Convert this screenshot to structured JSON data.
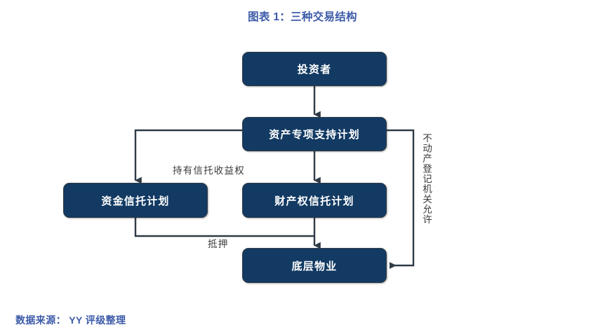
{
  "title": "图表 1：三种交易结构",
  "source_note": "数据来源： YY 评级整理",
  "theme": {
    "node_fill": "#123a63",
    "node_border": "#2f3b46",
    "node_text": "#ffffff",
    "title_color": "#3d5ba9",
    "source_color": "#3d5ba9",
    "connector_color": "#2f3b46",
    "edge_label_color": "#3b3b3b",
    "background": "#ffffff"
  },
  "nodes": [
    {
      "id": "investors",
      "label": "投资者"
    },
    {
      "id": "asset_plan",
      "label": "资产专项支持计划"
    },
    {
      "id": "fund_trust",
      "label": "资金信托计划"
    },
    {
      "id": "property_trust",
      "label": "财产权信托计划"
    },
    {
      "id": "underlying_asset",
      "label": "底层物业"
    }
  ],
  "edges": [
    {
      "from": "investors",
      "to": "asset_plan",
      "label": "",
      "arrow": "down"
    },
    {
      "from": "asset_plan",
      "to": "fund_trust",
      "label": "持有信托收益权",
      "arrow": "down"
    },
    {
      "from": "asset_plan",
      "to": "property_trust",
      "label": "",
      "arrow": "down"
    },
    {
      "from": "fund_trust",
      "to": "underlying_asset",
      "label": "抵押",
      "arrow": "down"
    },
    {
      "from": "property_trust",
      "to": "underlying_asset",
      "label": "",
      "arrow": "down"
    },
    {
      "from": "asset_plan",
      "to": "underlying_asset",
      "label": "不动产登记机关允许",
      "arrow": "left"
    }
  ],
  "edge_labels": {
    "hold_trust_right": "持有信托收益权",
    "mortgage": "抵押",
    "registry_permit": "不动产登记机关允许"
  }
}
